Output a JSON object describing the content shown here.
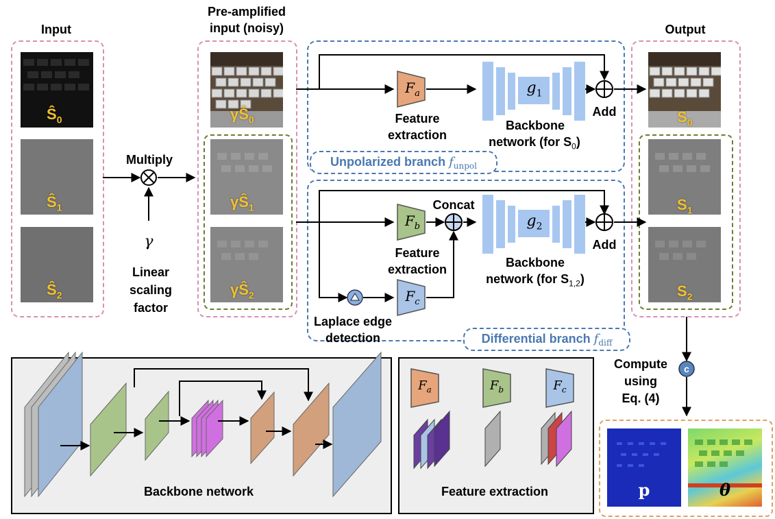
{
  "labels": {
    "input": "Input",
    "pre_amp": "Pre-amplified",
    "pre_amp2": "input (noisy)",
    "output": "Output",
    "multiply": "Multiply",
    "gamma": "γ",
    "linear1": "Linear",
    "linear2": "scaling",
    "linear3": "factor",
    "feat_a1": "Feature",
    "feat_a2": "extraction",
    "feat_b1": "Feature",
    "feat_b2": "extraction",
    "backbone_a1": "Backbone",
    "backbone_a2": "network (for S",
    "backbone_a_sub": "0",
    "backbone_b1": "Backbone",
    "backbone_b2": "network (for S",
    "backbone_b_sub": "1,2",
    "add1": "Add",
    "add2": "Add",
    "concat": "Concat",
    "laplace1": "Laplace edge",
    "laplace2": "detection",
    "unpol": "Unpolarized branch ",
    "unpol_f": "f",
    "unpol_sub": "unpol",
    "diff": "Differential branch ",
    "diff_f": "f",
    "diff_sub": "diff",
    "compute1": "Compute",
    "compute2": "using",
    "compute3": "Eq. (4)",
    "c_node": "c",
    "backbone_panel": "Backbone network",
    "feature_panel": "Feature extraction",
    "p_label": "p",
    "theta_label": "θ"
  },
  "symbols": {
    "Fa": "F",
    "Fa_sub": "a",
    "Fb": "F",
    "Fb_sub": "b",
    "Fc": "F",
    "Fc_sub": "c",
    "g1": "g",
    "g1_sub": "1",
    "g2": "g",
    "g2_sub": "2"
  },
  "image_labels": {
    "in0": "Ŝ",
    "in0_sub": "0",
    "in1": "Ŝ",
    "in1_sub": "1",
    "in2": "Ŝ",
    "in2_sub": "2",
    "amp0": "γŜ",
    "amp0_sub": "0",
    "amp1": "γŜ",
    "amp1_sub": "1",
    "amp2": "γŜ",
    "amp2_sub": "2",
    "out0": "S",
    "out0_sub": "0",
    "out1": "S",
    "out1_sub": "1",
    "out2": "S",
    "out2_sub": "2"
  },
  "colors": {
    "orange_block": "#e7a57c",
    "green_block": "#a9c48a",
    "blue_block": "#a9c4e6",
    "unet_blue": "#a7c7f0",
    "image_label": "#f2c12e",
    "branch_blue": "#4a78b0"
  }
}
